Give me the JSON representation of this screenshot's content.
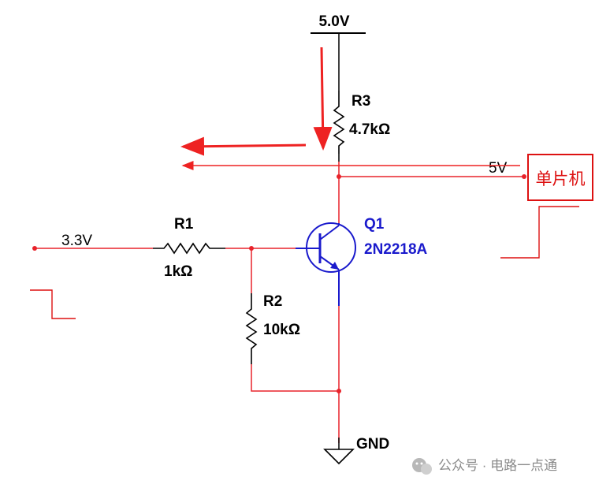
{
  "power": {
    "label": "5.0V"
  },
  "ground": {
    "label": "GND"
  },
  "input": {
    "label": "3.3V"
  },
  "output": {
    "label": "5V",
    "target_label": "单片机"
  },
  "components": {
    "r1": {
      "ref": "R1",
      "value": "1kΩ"
    },
    "r2": {
      "ref": "R2",
      "value": "10kΩ"
    },
    "r3": {
      "ref": "R3",
      "value": "4.7kΩ"
    },
    "q1": {
      "ref": "Q1",
      "part": "2N2218A"
    }
  },
  "watermark": {
    "text": "公众号 · 电路一点通"
  },
  "colors": {
    "wire": "#e8232b",
    "component": "#000000",
    "transistor": "#1a1acc",
    "arrow": "#ee2222",
    "box": "#dd1111",
    "watermark": "#8a8a8a"
  }
}
